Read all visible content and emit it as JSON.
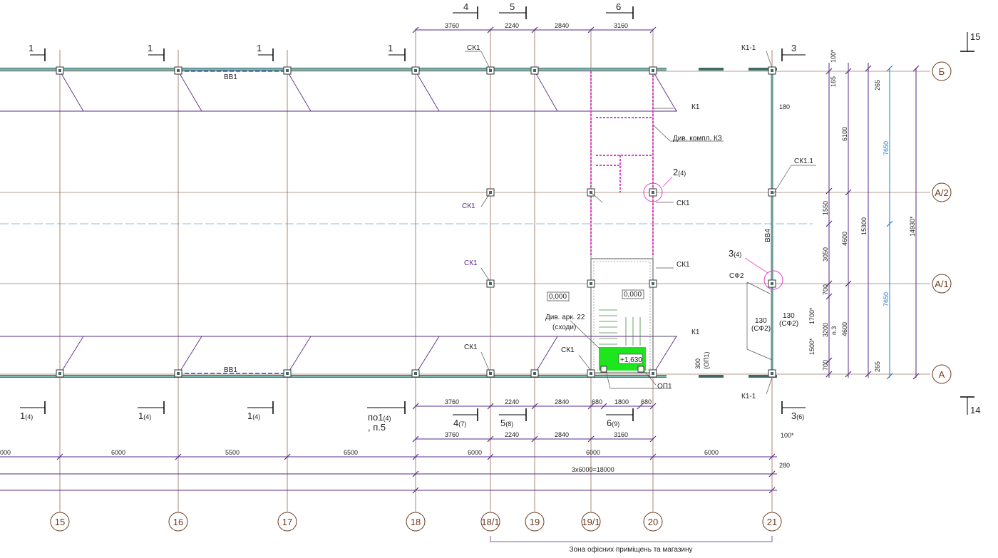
{
  "axes_vertical": [
    "15",
    "16",
    "17",
    "18",
    "18/1",
    "19",
    "19/1",
    "20",
    "21"
  ],
  "axes_horizontal": [
    "Б",
    "А/2",
    "А/1",
    "А"
  ],
  "section_marks_top": {
    "s1": "1",
    "s4": "4",
    "s5": "5",
    "s6": "6",
    "s3": "3",
    "s15": "15"
  },
  "section_marks_bottom": {
    "s1_4": "1",
    "s1_4_ref": "(4)",
    "s_po1": "по1",
    "s_po1_ref": "(4)",
    "s_po1_note": ", п.5",
    "s4_7": "4",
    "s4_7_ref": "(7)",
    "s5_8": "5",
    "s5_8_ref": "(8)",
    "s6_9": "6",
    "s6_9_ref": "(9)",
    "s3_6": "3",
    "s3_6_ref": "(6)",
    "s14": "14"
  },
  "dims_top": [
    "3760",
    "2240",
    "2840",
    "3160"
  ],
  "dims_bottom_1": [
    "3760",
    "2240",
    "2840",
    "680",
    "1800",
    "680"
  ],
  "dims_bottom_2": [
    "3760",
    "2240",
    "2840",
    "3160"
  ],
  "dims_bottom_3": [
    "000",
    "6000",
    "5500",
    "6500",
    "6000",
    "6000",
    "6000"
  ],
  "dims_total": "3х6000=18000",
  "dims_right": {
    "d100": "100*",
    "d165": "165",
    "d265a": "265",
    "d6100": "6100",
    "d7650a": "7650",
    "d180": "180",
    "d1550": "1550",
    "d15300": "15300",
    "d14930": "14930*",
    "d4600a": "4600",
    "d3050": "3050",
    "d700a": "700",
    "d1700": "1700*",
    "d3200": "3200",
    "dp3": "п.3",
    "d4600b": "4600",
    "d7650b": "7650",
    "d1500": "1500*",
    "d700b": "700",
    "d265b": "265",
    "d280": "280",
    "d100b": "100*"
  },
  "labels": {
    "vv1_top": "ВВ1",
    "vv1_bottom": "ВВ1",
    "vv4": "ВВ4",
    "k1_top": "К1",
    "k1_bottom": "К1",
    "k1_1_top": "К1-1",
    "k1_1_bottom": "К1-1",
    "sk1_top": "СК1",
    "sk1_a2": "СК1",
    "sk1_a2_right": "СК1",
    "sk1_a1": "СК1",
    "sk1_a1_right": "СК1",
    "sk1_a_left": "СК1",
    "sk1_a_mid": "СК1",
    "sk1_1": "СК1.1",
    "sf2": "СФ2",
    "sf2_130a": "130",
    "sf2_130a_ref": "(СФ2)",
    "sf2_130b": "130",
    "sf2_130b_ref": "(СФ2)",
    "kz": "Див. компл. КЗ",
    "ar22_1": "Див. арк. 22",
    "ar22_2": "(сходи)",
    "elev1": "0,000",
    "elev2": "0,000",
    "elev3": "+1,630",
    "op1": "ОП1",
    "op1_300": "300",
    "op1_300_ref": "(ОП1)",
    "node2": "2",
    "node2_ref": "(4)",
    "node3": "3",
    "node3_ref": "(4)",
    "zone": "Зона офісних приміщень та магазину"
  },
  "colors": {
    "beam": "#3d6b66",
    "dimension": "#5a2a87",
    "stair_green": "#1ee61e",
    "pink_wall": "#e040c8",
    "axis_circle": "#6b3a1f",
    "blue_dim": "#1e7fd6"
  }
}
